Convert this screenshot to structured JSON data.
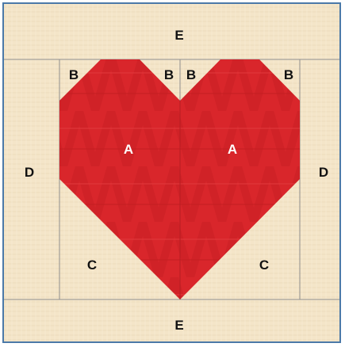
{
  "colors": {
    "background_fabric": "#f4e5c8",
    "heart_fabric": "#d9262b",
    "seam_line": "#8f8f8f",
    "frame_border": "#4b79a8"
  },
  "pieces": {
    "top_strip": "E",
    "bottom_strip": "E",
    "left_side": "D",
    "right_side": "D",
    "heart_left": "A",
    "heart_right": "A",
    "top_left_outer_corner": "B",
    "top_left_inner_corner": "B",
    "top_right_inner_corner": "B",
    "top_right_outer_corner": "B",
    "bottom_left_triangle": "C",
    "bottom_right_triangle": "C"
  }
}
